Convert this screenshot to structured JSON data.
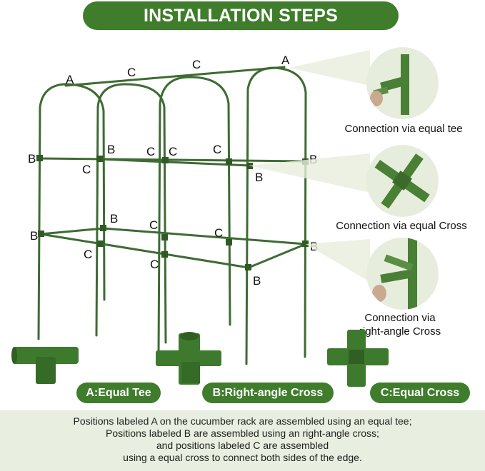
{
  "title": "INSTALLATION STEPS",
  "frame_labels": {
    "a1": "A",
    "a2": "A",
    "c_top1": "C",
    "c_top2": "C",
    "b_mid_left": "B",
    "c_mid_1": "C",
    "b_mid_2": "B",
    "c_mid_3": "C",
    "c_mid_4": "C",
    "c_mid_5": "C",
    "b_mid_right": "B",
    "b_mid_right_low": "B",
    "b_low_left": "B",
    "c_low_1": "C",
    "b_low_2": "B",
    "c_low_3": "C",
    "c_low_4": "C",
    "c_low_5": "C",
    "b_low_right": "B",
    "b_low_bottom": "B"
  },
  "connections": [
    {
      "caption": "Connection via equal tee",
      "icon": "equal-tee-icon"
    },
    {
      "caption": "Connection via equal Cross",
      "icon": "equal-cross-icon"
    },
    {
      "caption_line1": "Connection via",
      "caption_line2": "right-angle Cross",
      "icon": "right-angle-cross-icon"
    }
  ],
  "parts": [
    {
      "label": "A:Equal Tee"
    },
    {
      "label": "B:Right-angle Cross"
    },
    {
      "label": "C:Equal Cross"
    }
  ],
  "footer": {
    "line1": "Positions labeled A on the cucumber rack are assembled using an equal tee;",
    "line2": "Positions labeled B are assembled using an right-angle cross;",
    "line3": "and positions labeled C are assembled",
    "line4": "using a equal cross to connect both sides of the edge."
  },
  "colors": {
    "brand_green": "#3f7d2c",
    "pipe_green": "#3e6b33",
    "background_tint": "#e8eee0"
  }
}
